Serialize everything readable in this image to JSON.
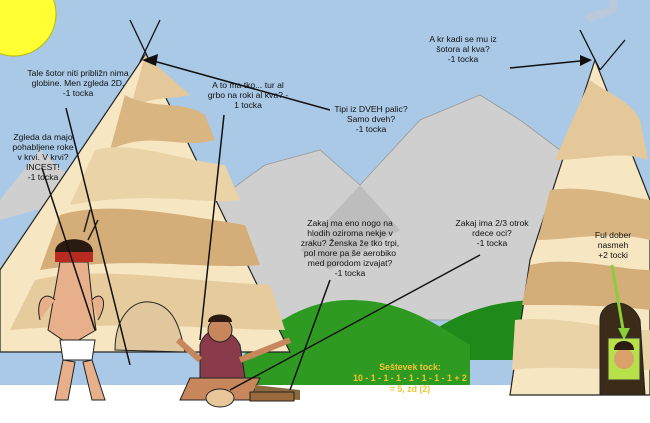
{
  "annotations": [
    {
      "id": "tent-depth",
      "lines": [
        "Tale šotor niti približn nima",
        "globine. Men zgleda 2D.",
        "-1 tocka"
      ]
    },
    {
      "id": "blood-incest",
      "lines": [
        "Zgleda da majo",
        "pohabljene roke",
        "v krvi. V krvi?",
        "INCEST!",
        "-1 tocka"
      ]
    },
    {
      "id": "back-hurt",
      "lines": [
        "A to ma tko... tur al",
        "grbo na roki al kva? -",
        "1 tocka"
      ]
    },
    {
      "id": "two-poles",
      "lines": [
        "Tipi iz DVEH palic?",
        "Samo dveh?",
        "-1 tocka"
      ]
    },
    {
      "id": "smoke",
      "lines": [
        "A kr kadi se mu iz",
        "šotora al kva?",
        "-1 tocka"
      ]
    },
    {
      "id": "leg-air",
      "lines": [
        "Zakaj ma eno nogo na",
        "hlodih oziroma nekje v",
        "zraku? Ženska že tko trpi,",
        "pol more pa še aerobiko",
        "med porodom izvajat?",
        "-1 tocka"
      ]
    },
    {
      "id": "red-eyes",
      "lines": [
        "Zakaj ima 2/3 otrok",
        "rdece oci?",
        "-1 tocka"
      ]
    },
    {
      "id": "funny-face",
      "lines": [
        "Ful dober",
        "nasmeh",
        "+2 tocki"
      ]
    }
  ],
  "score": {
    "title": "Seštevek tock:",
    "formula": "10 - 1 - 1 - 1 - 1 - 1 - 1 - 1 + 2",
    "result": "= 5, zd (2)"
  }
}
